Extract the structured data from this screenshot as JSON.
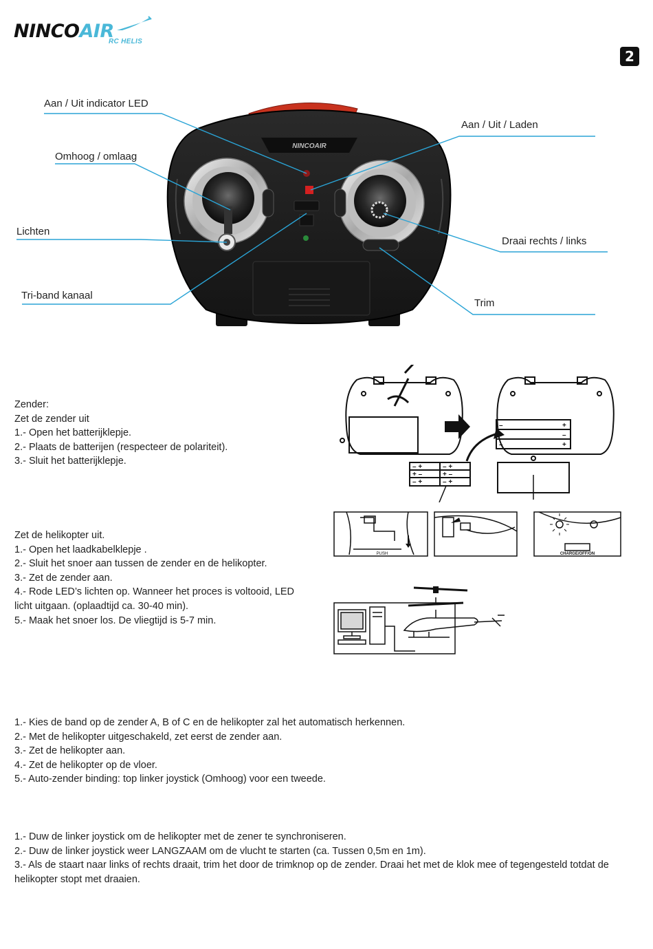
{
  "header": {
    "logo_main": "NINCO",
    "logo_accent": "AIR",
    "logo_sub": "RC HELIS",
    "page_number": "2"
  },
  "diagram": {
    "brand_on_controller": "NINCOAIR",
    "callouts": {
      "led": "Aan / Uit indicator LED",
      "power": "Aan / Uit / Laden",
      "throttle": "Omhoog / omlaag",
      "lights": "Lichten",
      "rotate": "Draai rechts / links",
      "band": "Tri-band kanaal",
      "trim": "Trim"
    }
  },
  "battery_section": {
    "lines": [
      "Zender:",
      "Zet de zender uit",
      "1.- Open het batterijklepje.",
      "2.- Plaats de batterijen (respecteer de polariteit).",
      "3.- Sluit het batterijklepje."
    ]
  },
  "charging_section": {
    "lines": [
      "Zet de helikopter uit.",
      "1.- Open het laadkabelklepje .",
      "2.- Sluit het snoer aan tussen de zender en de helikopter.",
      "3.- Zet de zender aan.",
      "4.- Rode LED’s lichten op. Wanneer het proces is voltooid, LED",
      "licht uitgaan. (oplaadtijd ca. 30-40 min).",
      "5.- Maak het snoer los. De vliegtijd is 5-7 min."
    ]
  },
  "charge_figures": {
    "push_label": "PUSH",
    "switch_label": "CHARGE/OFF/ON"
  },
  "pairing_section": {
    "lines": [
      "1.- Kies de band op de zender A, B of C en de helikopter zal het automatisch herkennen.",
      "2.- Met de helikopter uitgeschakeld, zet eerst de zender aan.",
      "3.- Zet de helikopter aan.",
      "4.- Zet de helikopter op de vloer.",
      "5.- Auto-zender binding: top linker joystick (Omhoog) voor een tweede."
    ]
  },
  "flight_section": {
    "lines": [
      "1.- Duw de linker joystick om de helikopter met de zener te synchroniseren.",
      "2.- Duw de linker joystick weer LANGZAAM om de vlucht te starten (ca. Tussen 0,5m en 1m).",
      "3.- Als de staart naar links of rechts draait, trim het door de trimknop op de zender. Draai het met de klok mee of tegengesteld totdat de helikopter stopt met draaien."
    ]
  },
  "colors": {
    "callout_line": "#2aa4d6",
    "logo_accent": "#4ab8d8",
    "controller_body": "#1d1d1d",
    "led_red": "#d42020",
    "led_green": "#2a8a3a"
  }
}
